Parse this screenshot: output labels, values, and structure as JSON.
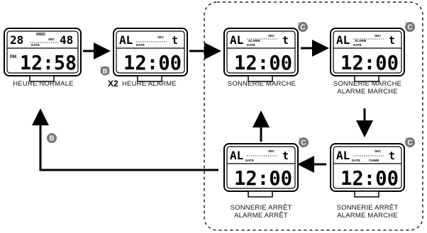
{
  "states": {
    "heure_normale": {
      "label": "HEURE NORMALE",
      "lcd": {
        "day": "28",
        "top_right": "48",
        "weekday": "WED",
        "ampm": "PM",
        "time": "12:58",
        "small": [
          "SEC",
          "DATE"
        ]
      }
    },
    "heure_alarme": {
      "label": "HEURE ALARME",
      "prefix": "X2",
      "lcd": {
        "mode": "AL",
        "indicator": "t",
        "time": "12:00",
        "small": [
          "SEC",
          "DATE"
        ]
      }
    },
    "sonnerie_marche": {
      "label": "SONNERIE MARCHE",
      "lcd": {
        "mode": "AL",
        "indicator": "t",
        "time": "12:00",
        "small": [
          "SEC",
          "ALARM",
          "DATE"
        ]
      }
    },
    "sonnerie_marche_alarme_marche": {
      "label_line1": "SONNERIE MARCHE",
      "label_line2": "ALARME MARCHE",
      "lcd": {
        "mode": "AL",
        "indicator": "t",
        "time": "12:00",
        "small": [
          "SEC",
          "ALARM",
          "DATE"
        ]
      }
    },
    "sonnerie_arret_alarme_marche": {
      "label_line1": "SONNERIE ARRÊT",
      "label_line2": "ALARME MARCHE",
      "lcd": {
        "mode": "AL",
        "indicator": "t",
        "time": "12:00",
        "small": [
          "SEC",
          "DATE",
          "CHIME"
        ]
      }
    },
    "sonnerie_arret_alarme_arret": {
      "label_line1": "SONNERIE ARRÊT",
      "label_line2": "ALARME ARRÊT",
      "lcd": {
        "mode": "AL",
        "indicator": "t",
        "time": "12:00",
        "small": [
          "SEC",
          "DATE"
        ]
      }
    }
  },
  "buttons": {
    "b": "B",
    "c": "C"
  }
}
